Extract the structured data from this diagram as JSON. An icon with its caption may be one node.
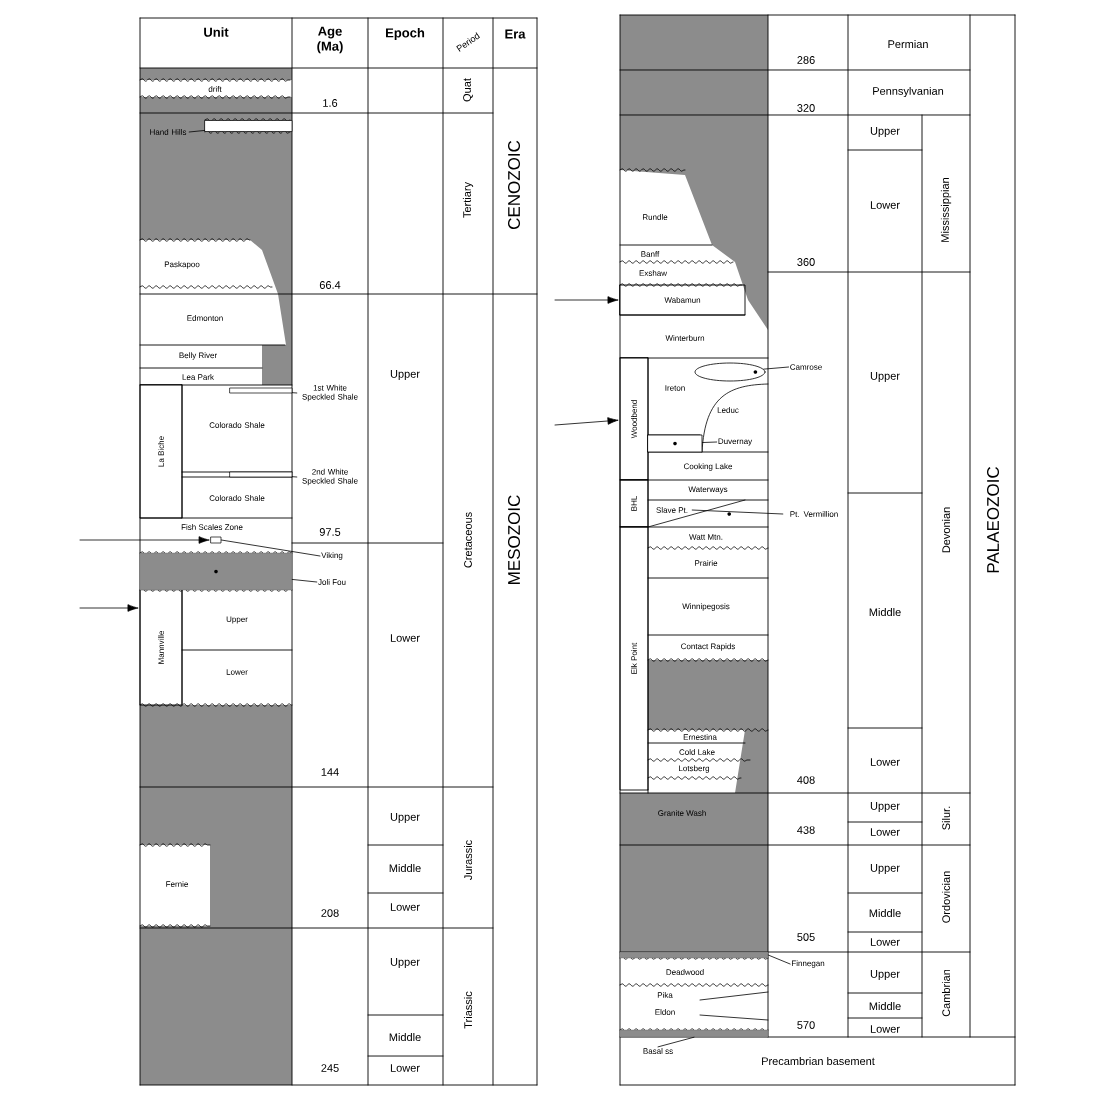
{
  "diagram": {
    "nodes": [
      {
        "text": [
          "Unit"
        ]
      },
      {
        "text": [
          "Age",
          "(Ma)"
        ]
      },
      {
        "text": [
          "Epoch"
        ]
      },
      {
        "text": [
          "Period"
        ]
      },
      {
        "text": [
          "Era"
        ]
      },
      {
        "text": [
          "1.6"
        ]
      },
      {
        "text": [
          "66.4"
        ]
      },
      {
        "text": [
          "97.5"
        ]
      },
      {
        "text": [
          "144"
        ]
      },
      {
        "text": [
          "208"
        ]
      },
      {
        "text": [
          "245"
        ]
      },
      {
        "text": [
          "Upper"
        ]
      },
      {
        "text": [
          "Lower"
        ]
      },
      {
        "text": [
          "Upper"
        ]
      },
      {
        "text": [
          "Middle"
        ]
      },
      {
        "text": [
          "Lower"
        ]
      },
      {
        "text": [
          "Upper"
        ]
      },
      {
        "text": [
          "Middle"
        ]
      },
      {
        "text": [
          "Lower"
        ]
      },
      {
        "text": [
          "Quat"
        ]
      },
      {
        "text": [
          "Tertiary"
        ]
      },
      {
        "text": [
          "Cretaceous"
        ]
      },
      {
        "text": [
          "Jurassic"
        ]
      },
      {
        "text": [
          "Triassic"
        ]
      },
      {
        "text": [
          "CENOZOIC"
        ]
      },
      {
        "text": [
          "MESOZOIC"
        ]
      },
      {
        "text": [
          "drift"
        ]
      },
      {
        "text": [
          "Hand Hills"
        ]
      },
      {
        "text": [
          "Paskapoo"
        ]
      },
      {
        "text": [
          "Edmonton"
        ]
      },
      {
        "text": [
          "Belly River"
        ]
      },
      {
        "text": [
          "Lea Park"
        ]
      },
      {
        "text": [
          "La Biche"
        ]
      },
      {
        "text": [
          "Colorado Shale"
        ]
      },
      {
        "text": [
          "Colorado Shale"
        ]
      },
      {
        "text": [
          "1st White Speckled Shale"
        ]
      },
      {
        "text": [
          "2nd White Speckled Shale"
        ]
      },
      {
        "text": [
          "Fish Scales Zone"
        ]
      },
      {
        "text": [],
        "shape": "bar"
      },
      {
        "text": [
          "Viking"
        ]
      },
      {
        "text": [
          "Joli Fou"
        ]
      },
      {
        "text": [
          "Mannville"
        ]
      },
      {
        "text": [
          "Upper"
        ]
      },
      {
        "text": [
          "Lower"
        ]
      },
      {
        "text": [
          "Fernie"
        ]
      },
      {
        "text": [
          "286"
        ]
      },
      {
        "text": [
          "320"
        ]
      },
      {
        "text": [
          "360"
        ]
      },
      {
        "text": [
          "408"
        ]
      },
      {
        "text": [
          "438"
        ]
      },
      {
        "text": [
          "505"
        ]
      },
      {
        "text": [
          "570"
        ]
      },
      {
        "text": [
          "Permian"
        ]
      },
      {
        "text": [
          "Pennsylvanian"
        ]
      },
      {
        "text": [
          "Upper"
        ]
      },
      {
        "text": [
          "Lower"
        ]
      },
      {
        "text": [
          "Upper"
        ]
      },
      {
        "text": [
          "Middle"
        ]
      },
      {
        "text": [
          "Lower"
        ]
      },
      {
        "text": [
          "Upper"
        ]
      },
      {
        "text": [
          "Lower"
        ]
      },
      {
        "text": [
          "Upper"
        ]
      },
      {
        "text": [
          "Middle"
        ]
      },
      {
        "text": [
          "Lower"
        ]
      },
      {
        "text": [
          "Upper"
        ]
      },
      {
        "text": [
          "Middle"
        ]
      },
      {
        "text": [
          "Lower"
        ]
      },
      {
        "text": [
          "Mississippian"
        ]
      },
      {
        "text": [
          "Devonian"
        ]
      },
      {
        "text": [
          "Silur."
        ]
      },
      {
        "text": [
          "Ordovician"
        ]
      },
      {
        "text": [
          "Cambrian"
        ]
      },
      {
        "text": [
          "PALAEOZOIC"
        ]
      },
      {
        "text": [
          "Precambrian basement"
        ]
      },
      {
        "text": [
          "Rundle"
        ]
      },
      {
        "text": [
          "Banff"
        ]
      },
      {
        "text": [
          "Exshaw"
        ]
      },
      {
        "text": [
          "Wabamun"
        ]
      },
      {
        "text": [
          "Winterburn"
        ]
      },
      {
        "text": [
          "Woodbend"
        ]
      },
      {
        "text": [
          "Ireton"
        ]
      },
      {
        "text": [
          "Leduc"
        ]
      },
      {
        "text": [
          "Camrose"
        ]
      },
      {
        "text": [
          "Duvernay"
        ]
      },
      {
        "text": [
          "Cooking Lake"
        ]
      },
      {
        "text": [
          "BHL"
        ]
      },
      {
        "text": [
          "Waterways"
        ]
      },
      {
        "text": [
          "Slave Pt."
        ]
      },
      {
        "text": [
          "Pt. Vermillion"
        ]
      },
      {
        "text": [
          "Watt Mtn."
        ]
      },
      {
        "text": [
          "Prairie"
        ]
      },
      {
        "text": [
          "Winnipegosis"
        ]
      },
      {
        "text": [
          "Contact Rapids"
        ]
      },
      {
        "text": [
          "Elk Point"
        ]
      },
      {
        "text": [
          "Ernestina"
        ]
      },
      {
        "text": [
          "Cold Lake"
        ]
      },
      {
        "text": [
          "Lotsberg"
        ]
      },
      {
        "text": [
          "Granite Wash"
        ]
      },
      {
        "text": [
          "Finnegan"
        ]
      },
      {
        "text": [
          "Deadwood"
        ]
      },
      {
        "text": [
          "Pika"
        ]
      },
      {
        "text": [
          "Eldon"
        ]
      },
      {
        "text": [
          "Basal ss"
        ]
      },
      {
        "text": [],
        "shape": "bar"
      },
      {
        "text": [],
        "shape": "bar"
      },
      {
        "text": [],
        "shape": "bar"
      },
      {
        "text": [],
        "shape": "band"
      },
      {
        "text": [],
        "shape": "lens"
      },
      {
        "text": [],
        "shape": "box"
      },
      {
        "text": [],
        "shape": "band"
      },
      {
        "text": [],
        "shape": "band"
      }
    ],
    "edges": [
      {
        "from": 27,
        "to": 103,
        "arrow": "none"
      },
      {
        "from": 35,
        "to": 104,
        "arrow": "none"
      },
      {
        "from": 36,
        "to": 105,
        "arrow": "none"
      },
      {
        "from": 39,
        "to": 38,
        "arrow": "none"
      },
      {
        "from": 40,
        "to": 106,
        "arrow": "none"
      },
      {
        "from": null,
        "to": 38,
        "arrow": "to"
      },
      {
        "from": null,
        "to": 41,
        "arrow": "to"
      },
      {
        "from": null,
        "to": 77,
        "arrow": "to"
      },
      {
        "from": null,
        "to": 79,
        "arrow": "to"
      },
      {
        "from": 82,
        "to": 107,
        "arrow": "none"
      },
      {
        "from": 83,
        "to": 108,
        "arrow": "none"
      },
      {
        "from": 88,
        "to": 87,
        "arrow": "none"
      },
      {
        "from": 98,
        "to": 109,
        "arrow": "none"
      },
      {
        "from": 102,
        "to": 110,
        "arrow": "none"
      }
    ]
  }
}
